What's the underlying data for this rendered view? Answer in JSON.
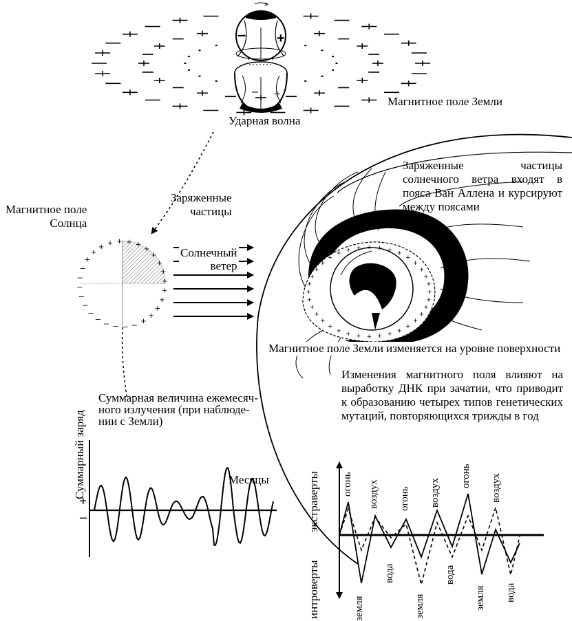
{
  "labels": {
    "earth_magnetic_field": "Магнитное поле Земли",
    "shock_wave": "Ударная волна",
    "sun_magnetic_field": "Магнитное поле\nСолнца",
    "charged_particles": "Заряженные\nчастицы",
    "solar_wind": "Солнечный\nветер",
    "van_allen_text": "Заряженные частицы солнечного ветра входят в пояса Ван Аллена и курсируют между поясами",
    "surface_change": "Магнитное поле Земли изменяется на уровне поверхности",
    "dna_text": "Изменения магнитного поля влияют на выработку ДНК при зачатии, что приводит к образованию четырех типов генетических мутаций, повторяющихся трижды в год",
    "monthly_radiation": "Суммарная величина ежемесяч-\nного излучения (при наблюде-\nнии с Земли)"
  },
  "charge_chart": {
    "ylabel": "Суммарный заряд",
    "plus": "+",
    "minus": "–",
    "months": "Месяцы"
  },
  "temperament_chart": {
    "up_label": "экстраверты",
    "down_label": "интроверты",
    "top_words": [
      "огонь",
      "воздух",
      "огонь",
      "воздух",
      "огонь",
      "воздух"
    ],
    "bottom_words": [
      "земля",
      "вода",
      "земля",
      "вода",
      "земля",
      "вода"
    ]
  },
  "plus_sign": "+",
  "minus_sign": "–"
}
